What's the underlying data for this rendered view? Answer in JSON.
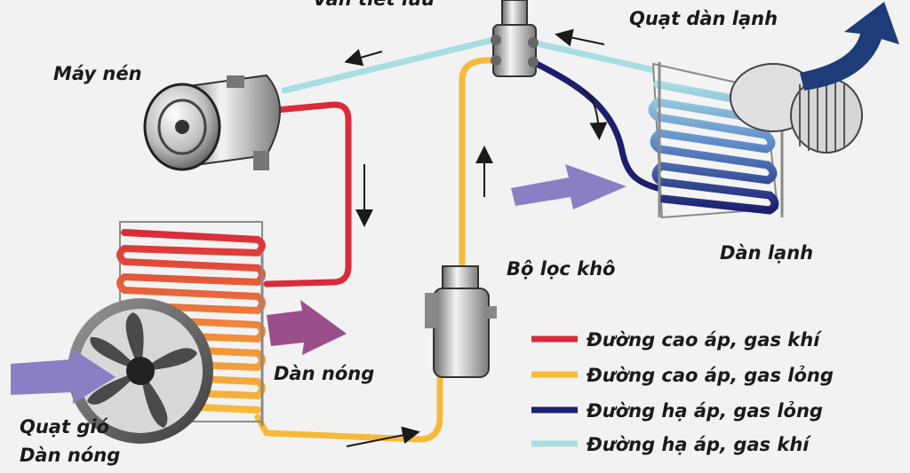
{
  "labels": {
    "valve": "Van tiết lưu",
    "compressor": "Máy nén",
    "evaporator_fan": "Quạt dàn lạnh",
    "dryer": "Bộ lọc khô",
    "evaporator": "Dàn lạnh",
    "condenser": "Dàn nóng",
    "condenser_fan_line1": "Quạt gió",
    "condenser_fan_line2": "Dàn nóng"
  },
  "legend": [
    {
      "label": "Đường cao áp, gas khí",
      "color": "#d92b3a"
    },
    {
      "label": "Đường cao áp, gas lỏng",
      "color": "#f6b93b"
    },
    {
      "label": "Đường hạ áp, gas lỏng",
      "color": "#1b1f6e"
    },
    {
      "label": "Đường hạ áp, gas khí",
      "color": "#a8dde3"
    }
  ],
  "colors": {
    "high_gas": "#d92b3a",
    "high_liquid": "#f6b93b",
    "low_liquid": "#1b1f6e",
    "low_gas": "#a8dde3",
    "air_arrow": "#8a7fc4",
    "exhaust_arrow": "#1d3c78"
  }
}
